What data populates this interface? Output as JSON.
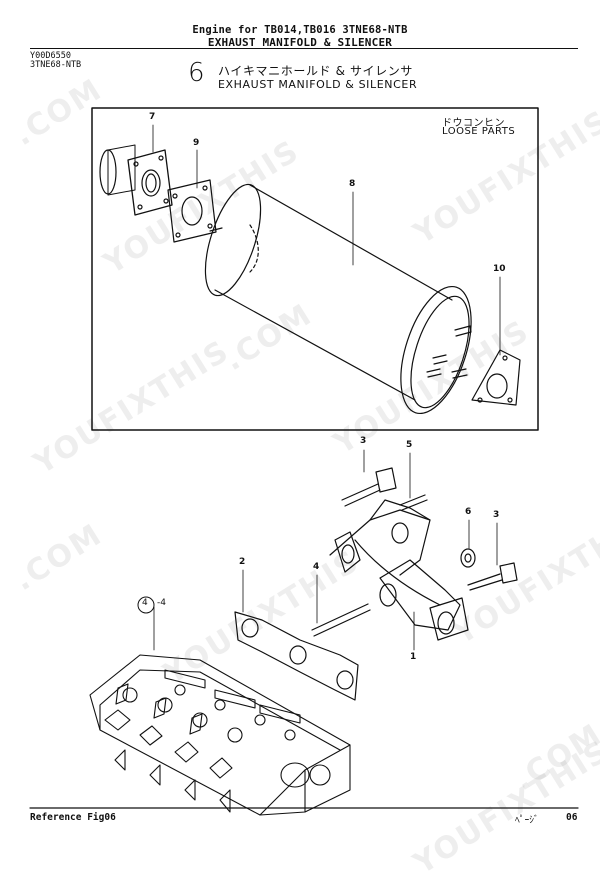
{
  "header": {
    "line1": "Engine for TB014,TB016  3TNE68-NTB",
    "line2": "EXHAUST MANIFOLD & SILENCER"
  },
  "codes": {
    "catalog": "Y00D6550",
    "model": "3TNE68-NTB"
  },
  "section": {
    "number": "6",
    "title_jp": "ハイキマニホールド & サイレンサ",
    "title_en": "EXHAUST MANIFOLD & SILENCER"
  },
  "loose_parts": {
    "jp": "ドウコンヒン",
    "en": "LOOSE PARTS"
  },
  "callouts": {
    "p1": "1",
    "p2": "2",
    "p3a": "3",
    "p3b": "3",
    "p4": "4",
    "p5": "5",
    "p6": "6",
    "p7": "7",
    "p8": "8",
    "p9": "9",
    "p10": "10",
    "ref": "4",
    "ref_suffix": "-4"
  },
  "watermark": {
    "text1": "YOUFIXTHIS",
    "text2": ".COM"
  },
  "footer": {
    "reference": "Reference   Fig06",
    "page_label": "ﾍﾟｰｼﾞ",
    "page": "06"
  }
}
